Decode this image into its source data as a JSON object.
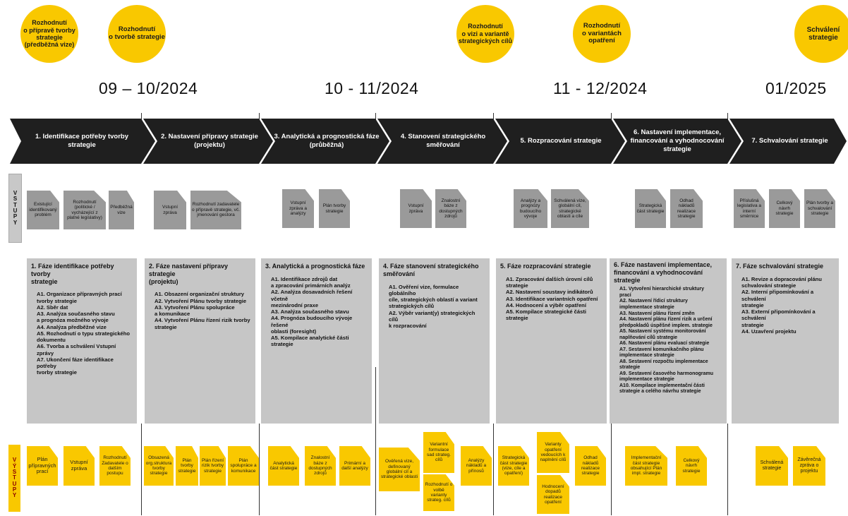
{
  "milestones": [
    {
      "text": "Rozhodnutí\no přípravě tvorby\nstrategie\n(předběžná vize)"
    },
    {
      "text": "Rozhodnutí\no tvorbě strategie"
    },
    {
      "text": "Rozhodnutí\no vizi a variantě\nstrategických cílů"
    },
    {
      "text": "Rozhodnutí\no variantách\nopatření"
    },
    {
      "text": "Schválení\nstrategie"
    }
  ],
  "periods": [
    "09 – 10/2024",
    "10 - 11/2024",
    "11 - 12/2024",
    "01/2025"
  ],
  "phases": [
    {
      "label": "1. Identifikace potřeby tvorby strategie"
    },
    {
      "label": "2. Nastavení přípravy strategie\n(projektu)"
    },
    {
      "label": "3. Analytická a prognostická fáze\n(průběžná)"
    },
    {
      "label": "4. Stanovení strategického\nsměřování"
    },
    {
      "label": "5. Rozpracování strategie"
    },
    {
      "label": "6. Nastavení implementace,\nfinancování a vyhodnocování\nstrategie"
    },
    {
      "label": "7. Schvalování strategie"
    }
  ],
  "inputs_side": "VSTUPY",
  "outputs_side": "VÝSTUPY",
  "inputs": [
    "Existující identifikovaný problém",
    "Rozhodnutí (politické / vycházející z platné legislativy)",
    "Předběžná vize",
    "Vstupní zpráva",
    "Rozhodnutí zadavatele o přípravě strategie, vč. jmenování gestora",
    "Vstupní zpráva a analýzy",
    "Plán tvorby strategie",
    "Vstupní zpráva",
    "Znalostní báze z dostupných zdrojů",
    "Analýzy a prognózy budoucího vývoje",
    "Schválená vize, globální cíl, strategické oblasti a cíle",
    "Strategická část strategie",
    "Odhad nákladů realizace strategie",
    "Příslušná legislativa a interní směrnice",
    "Celkový návrh strategie",
    "Plán tvorby a schvalování strategie"
  ],
  "panels": [
    {
      "title": "1. Fáze identifikace potřeby tvorby\nstrategie",
      "items": [
        "A1. Organizace přípravných prací\n      tvorby strategie",
        "A2. Sběr dat",
        "A3. Analýza současného stavu\n      a prognóza možného vývoje",
        "A4. Analýza předběžné vize",
        "A5. Rozhodnutí o typu strategického\n      dokumentu",
        "A6. Tvorba a schválení Vstupní zprávy",
        "A7. Ukončení fáze identifikace potřeby\n      tvorby strategie"
      ]
    },
    {
      "title": "2. Fáze nastavení přípravy strategie\n(projektu)",
      "items": [
        "A1. Obsazení organizační struktury",
        "A2. Vytvoření Plánu tvorby strategie",
        "A3. Vytvoření Plánu spolupráce\n      a komunikace",
        "A4. Vytvoření Plánu řízení rizik tvorby\n      strategie"
      ]
    },
    {
      "title": "3. Analytická a prognostická fáze",
      "items": [
        "A1. Identifikace zdrojů dat\n      a zpracování primárních analýz",
        "A2. Analýza dosavadních řešení včetně\n      mezinárodní praxe",
        "A3. Analýza současného stavu",
        "A4. Prognóza budoucího vývoje řešené\n      oblasti (foresight)",
        "A5. Kompilace analytické části\n      strategie"
      ]
    },
    {
      "title": "4. Fáze stanovení strategického\nsměřování",
      "items": [
        "A1. Ověření vize, formulace globálního\n      cíle, strategických oblastí a variant\n      strategických cílů",
        "A2. Výběr variant(y) strategických cílů\n      k rozpracování"
      ]
    },
    {
      "title": "5. Fáze rozpracování strategie",
      "items": [
        "A1. Zpracování dalších úrovní cílů\n      strategie",
        "A2. Nastavení soustavy indikátorů",
        "A3. Identifikace variantních opatření",
        "A4. Hodnocení a výběr opatření",
        "A5. Kompilace strategické části\n      strategie"
      ]
    },
    {
      "title": "6. Fáze nastavení implementace,\nfinancování a vyhodnocování strategie",
      "items": [
        "A1. Vytvoření hierarchické struktury\n      prací",
        "A2. Nastavení řídicí struktury\n      implementace strategie",
        "A3. Nastavení plánu řízení změn",
        "A4. Nastavení plánu řízení rizik a určení\n      předpokladů úspěšné implem. strategie",
        "A5. Nastavení systému monitorování\n      naplňování cílů strategie",
        "A6. Nastavení plánu evaluací strategie",
        "A7. Sestavení komunikačního plánu\n      implementace strategie",
        "A8. Sestavení rozpočtu implementace\n      strategie",
        "A9. Sestavení časového harmonogramu\n      implementace strategie",
        "A10. Kompilace implementační části\n      strategie a celého návrhu strategie"
      ]
    },
    {
      "title": "7. Fáze schvalování strategie",
      "items": [
        "A1. Revize a dopracování plánu\n      schvalování strategie",
        "A2. Interní připomínkování a schválení\n      strategie",
        "A3. Externí připomínkování a schválení\n      strategie",
        "A4. Uzavření projektu"
      ]
    }
  ],
  "outputs": [
    "Plán přípravných prací",
    "Vstupní zpráva",
    "Rozhodnutí Zadavatele o dalším postupu",
    "Obsazená org.struktura tvorby strategie",
    "Plán tvorby strategie",
    "Plán řízení rizik tvorby strategie",
    "Plán spolupráce a komunikace",
    "Analytická část strategie",
    "Znalostní báze z dostupných zdrojů",
    "Primární a další analýzy",
    "Ověřená vize, definovaný globální cíl a strategické oblasti",
    "Variantní formulace sad strateg. cílů",
    "Rozhodnutí o volbě varianty strateg. cílů",
    "Analýzy nákladů a přínosů",
    "Strategická část strategie (vize, cíle a opatření)",
    "Varianty opatření vedoucích k naplnění cílů",
    "Hodnocení dopadů realizace opatření",
    "Odhad nákladů realizace strategie",
    "Implementační část strategie obsahující Plán impl. strategie",
    "Celkový návrh strategie",
    "Schválená strategie",
    "Závěrečná zpráva o projektu"
  ],
  "colors": {
    "accent": "#f9c800",
    "arrow": "#1f1f1f",
    "panel": "#c6c6c6",
    "doc_grey": "#9a9a9a"
  }
}
